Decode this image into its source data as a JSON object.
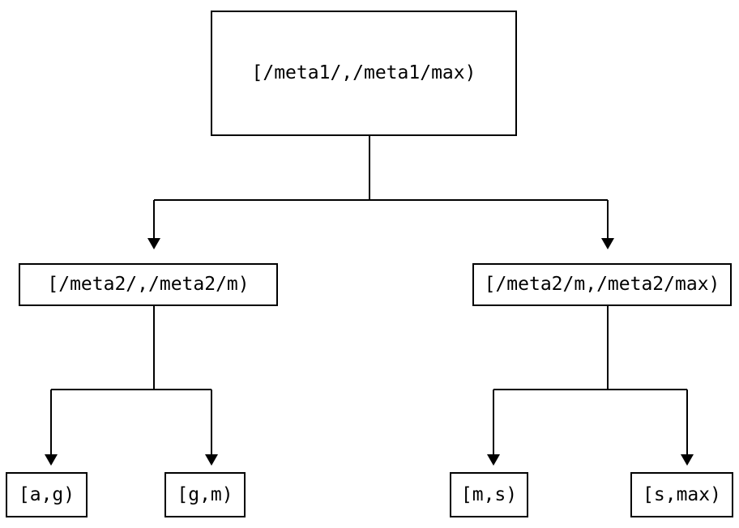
{
  "diagram": {
    "type": "tree",
    "description": "Key-range partition tree",
    "nodes": {
      "root": {
        "id": "root",
        "label": "[/meta1/,/meta1/max)"
      },
      "left_child": {
        "id": "left_child",
        "label": "[/meta2/,/meta2/m)"
      },
      "right_child": {
        "id": "right_child",
        "label": "[/meta2/m,/meta2/max)"
      },
      "leaves": [
        {
          "id": "leaf_0",
          "label": "[a,g)"
        },
        {
          "id": "leaf_1",
          "label": "[g,m)"
        },
        {
          "id": "leaf_2",
          "label": "[m,s)"
        },
        {
          "id": "leaf_3",
          "label": "[s,max)"
        }
      ]
    },
    "edges": [
      {
        "from": "root",
        "to": "left_child"
      },
      {
        "from": "root",
        "to": "right_child"
      },
      {
        "from": "left_child",
        "to": "leaf_0"
      },
      {
        "from": "left_child",
        "to": "leaf_1"
      },
      {
        "from": "right_child",
        "to": "leaf_2"
      },
      {
        "from": "right_child",
        "to": "leaf_3"
      }
    ],
    "colors": {
      "background": "#ffffff",
      "box_border": "#000000",
      "line": "#000000",
      "text": "#000000"
    }
  }
}
